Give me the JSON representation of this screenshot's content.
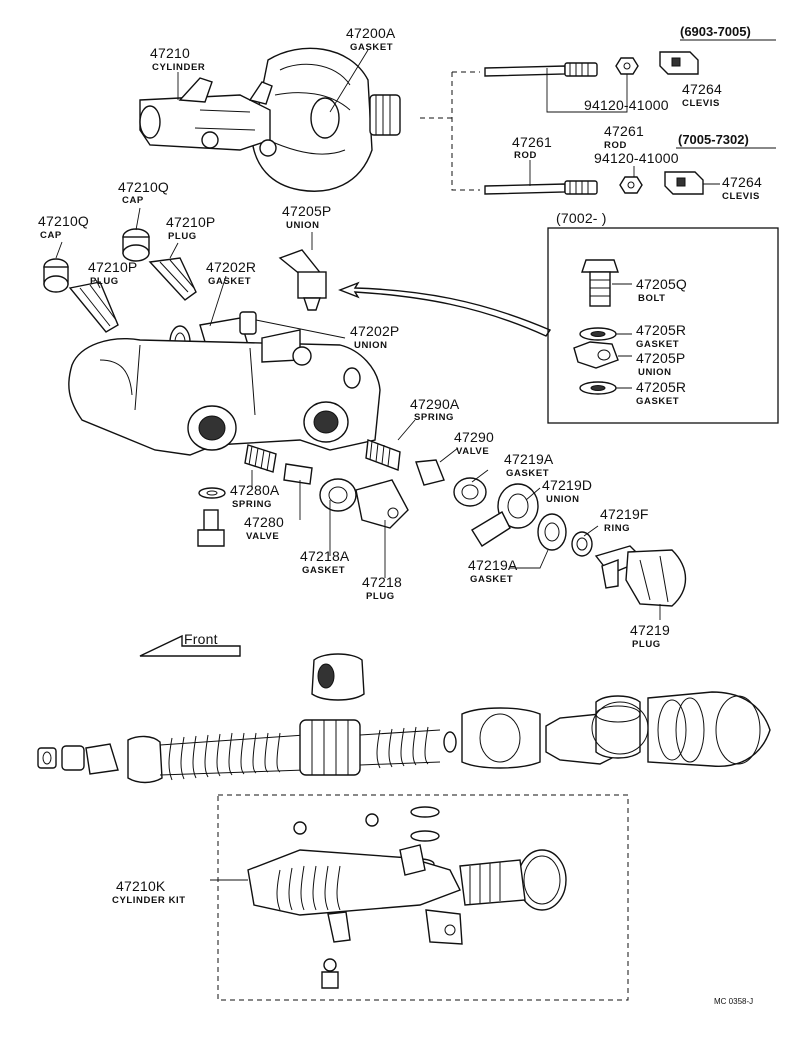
{
  "diagram": {
    "code": "MC 0358-J",
    "front_label": "Front",
    "kit_box_label": "(7002-        )",
    "variant_a": "(6903-7005)",
    "variant_b": "(7005-7302)"
  },
  "callouts": [
    {
      "id": "47210",
      "num": "47210",
      "name": "CYLINDER"
    },
    {
      "id": "47200A",
      "num": "47200A",
      "name": "GASKET"
    },
    {
      "id": "47264a",
      "num": "47264",
      "name": "CLEVIS"
    },
    {
      "id": "94120a",
      "num": "94120-41000",
      "name": ""
    },
    {
      "id": "47261a",
      "num": "47261",
      "name": "ROD"
    },
    {
      "id": "47261b",
      "num": "47261",
      "name": "ROD"
    },
    {
      "id": "94120b",
      "num": "94120-41000",
      "name": ""
    },
    {
      "id": "47264b",
      "num": "47264",
      "name": "CLEVIS"
    },
    {
      "id": "47210Qa",
      "num": "47210Q",
      "name": "CAP"
    },
    {
      "id": "47210Qb",
      "num": "47210Q",
      "name": "CAP"
    },
    {
      "id": "47210Pa",
      "num": "47210P",
      "name": "PLUG"
    },
    {
      "id": "47210Pb",
      "num": "47210P",
      "name": "PLUG"
    },
    {
      "id": "47205Pa",
      "num": "47205P",
      "name": "UNION"
    },
    {
      "id": "47202R",
      "num": "47202R",
      "name": "GASKET"
    },
    {
      "id": "47202P",
      "num": "47202P",
      "name": "UNION"
    },
    {
      "id": "47205Q",
      "num": "47205Q",
      "name": "BOLT"
    },
    {
      "id": "47205Ra",
      "num": "47205R",
      "name": "GASKET"
    },
    {
      "id": "47205Pb",
      "num": "47205P",
      "name": "UNION"
    },
    {
      "id": "47205Rb",
      "num": "47205R",
      "name": "GASKET"
    },
    {
      "id": "47290A",
      "num": "47290A",
      "name": "SPRING"
    },
    {
      "id": "47290",
      "num": "47290",
      "name": "VALVE"
    },
    {
      "id": "47219Aa",
      "num": "47219A",
      "name": "GASKET"
    },
    {
      "id": "47219D",
      "num": "47219D",
      "name": "UNION"
    },
    {
      "id": "47280A",
      "num": "47280A",
      "name": "SPRING"
    },
    {
      "id": "47280",
      "num": "47280",
      "name": "VALVE"
    },
    {
      "id": "47218A",
      "num": "47218A",
      "name": "GASKET"
    },
    {
      "id": "47218",
      "num": "47218",
      "name": "PLUG"
    },
    {
      "id": "47219F",
      "num": "47219F",
      "name": "RING"
    },
    {
      "id": "47219Ab",
      "num": "47219A",
      "name": "GASKET"
    },
    {
      "id": "47219",
      "num": "47219",
      "name": "PLUG"
    },
    {
      "id": "47210K",
      "num": "47210K",
      "name": "CYLINDER KIT"
    }
  ]
}
